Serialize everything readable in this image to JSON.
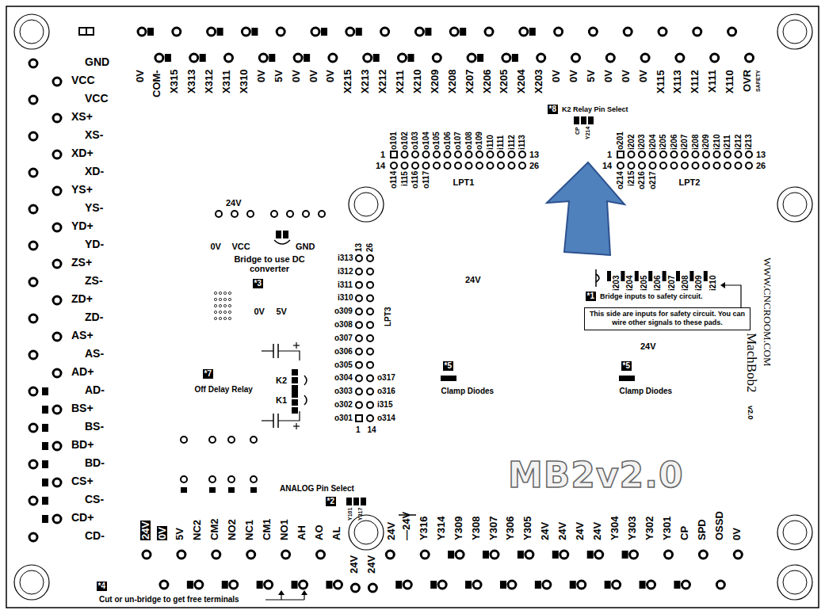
{
  "diagram": {
    "nodes": [
      {
        "text": [
          "This side are inputs for safety circuit. You can wire other signals to these pads."
        ]
      }
    ],
    "labels": [
      "0V",
      "COM-",
      "X315",
      "X313",
      "X312",
      "X311",
      "X310",
      "0V",
      "5V",
      "0V",
      "0V",
      "0V",
      "X215",
      "X213",
      "X212",
      "X211",
      "X210",
      "X209",
      "X208",
      "X207",
      "X206",
      "X205",
      "X204",
      "X203",
      "0V",
      "0V",
      "5V",
      "0V",
      "0V",
      "0V",
      "X115",
      "X113",
      "X112",
      "X111",
      "X110",
      "OVR",
      "SAFETY",
      "GND",
      "VCC",
      "VCC",
      "XS+",
      "XS-",
      "XD+",
      "XD-",
      "YS+",
      "YS-",
      "YD+",
      "YD-",
      "ZS+",
      "ZS-",
      "ZD+",
      "ZD-",
      "AS+",
      "AS-",
      "AD+",
      "AD-",
      "BS+",
      "BS-",
      "BD+",
      "BD-",
      "CS+",
      "CS-",
      "CD+",
      "CD-",
      "24V",
      "0V",
      "5V",
      "NC2",
      "CM2",
      "NO2",
      "NC1",
      "CM1",
      "NO1",
      "AH",
      "AO",
      "AL",
      "24V",
      "24V",
      "24V",
      "—24V",
      "Y316",
      "Y314",
      "Y309",
      "Y308",
      "Y307",
      "Y306",
      "Y305",
      "24V",
      "24V",
      "24V",
      "24V",
      "Y304",
      "Y303",
      "Y302",
      "Y301",
      "CP",
      "SPD",
      "OSSD",
      "0V",
      "o101",
      "o102",
      "o103",
      "o104",
      "o105",
      "o106",
      "o107",
      "o108",
      "o109",
      "i110",
      "i111",
      "i112",
      "i113",
      "o114",
      "i115",
      "o116",
      "o117",
      "1",
      "14",
      "13",
      "26",
      "LPT1",
      "o201",
      "i202",
      "i203",
      "i204",
      "i205",
      "i206",
      "i207",
      "i208",
      "i209",
      "i210",
      "i211",
      "i212",
      "i213",
      "o214",
      "i215",
      "o216",
      "o217",
      "1",
      "14",
      "13",
      "26",
      "LPT2",
      "*8",
      "K2 Relay Pin Select",
      "CP",
      "Y214",
      "i313",
      "i312",
      "i311",
      "i310",
      "o309",
      "o308",
      "o307",
      "o306",
      "o305",
      "o304",
      "o303",
      "o302",
      "o301",
      "o317",
      "o316",
      "i315",
      "o314",
      "13",
      "26",
      "1",
      "14",
      "LPT3",
      "24V",
      "0V",
      "VCC",
      "GND",
      "Bridge to use DC converter",
      "*3",
      "0V",
      "5V",
      "*7",
      "Off Delay Relay",
      "K2",
      "K1",
      "24V",
      "*1",
      "Bridge inputs to safety circuit.",
      "i203",
      "i204",
      "i205",
      "i206",
      "i207",
      "i208",
      "i209",
      "i210",
      "24V",
      "*5",
      "Clamp Diodes",
      "*5",
      "Clamp Diodes",
      "ANALOG Pin Select",
      "*2",
      "Y101",
      "Y317",
      "*4",
      "Cut or un-bridge to get free terminals",
      "WWW.CNCROOM.COM",
      "MachBob2",
      "v2.0",
      "MB2v2.0"
    ]
  }
}
